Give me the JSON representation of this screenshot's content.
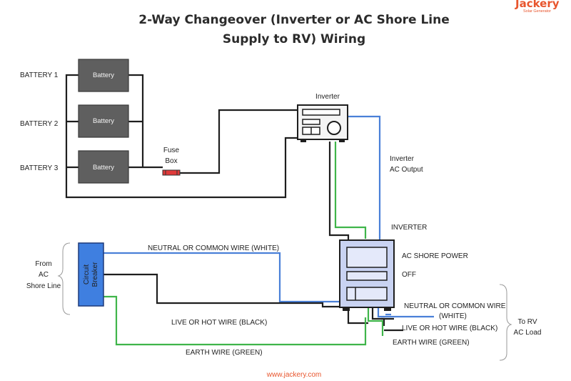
{
  "title": {
    "line1": "2-Way Changeover (Inverter or AC Shore Line",
    "line2": "Supply to RV) Wiring"
  },
  "brand": {
    "name": "Jackery",
    "tagline": "Solar Generator"
  },
  "batteries": [
    {
      "side_label": "BATTERY 1",
      "box_label": "Battery"
    },
    {
      "side_label": "BATTERY 2",
      "box_label": "Battery"
    },
    {
      "side_label": "BATTERY 3",
      "box_label": "Battery"
    }
  ],
  "fuse_box": {
    "line1": "Fuse",
    "line2": "Box"
  },
  "inverter": {
    "label": "Inverter"
  },
  "inverter_ac_output": {
    "line1": "Inverter",
    "line2": "AC Output"
  },
  "circuit_breaker": {
    "line1": "Circuit",
    "line2": "Breaker"
  },
  "shore_line_source": {
    "line1": "From",
    "line2": "AC",
    "line3": "Shore Line"
  },
  "switch_positions": {
    "inverter": "INVERTER",
    "ac_shore_power": "AC SHORE POWER",
    "off": "OFF"
  },
  "wires_left": {
    "neutral": "NEUTRAL OR COMMON WIRE (WHITE)",
    "live": "LIVE OR HOT WIRE (BLACK)",
    "earth": "EARTH WIRE (GREEN)"
  },
  "wires_right": {
    "neutral_line1": "NEUTRAL OR COMMON WIRE",
    "neutral_line2": "(WHITE)",
    "live": "LIVE OR HOT WIRE (BLACK)",
    "earth": "EARTH WIRE (GREEN)"
  },
  "load": {
    "line1": "To RV",
    "line2": "AC Load"
  },
  "footer": "www.jackery.com",
  "colors": {
    "black_wire": "#1e1e1e",
    "neutral_wire": "#4a80d8",
    "earth_wire": "#3fb54a",
    "battery_fill": "#5f5f5f",
    "breaker_fill": "#3f7fe0",
    "switch_fill": "#c9d3f2",
    "fuse": "#e03a3a",
    "brand": "#e8552d"
  }
}
